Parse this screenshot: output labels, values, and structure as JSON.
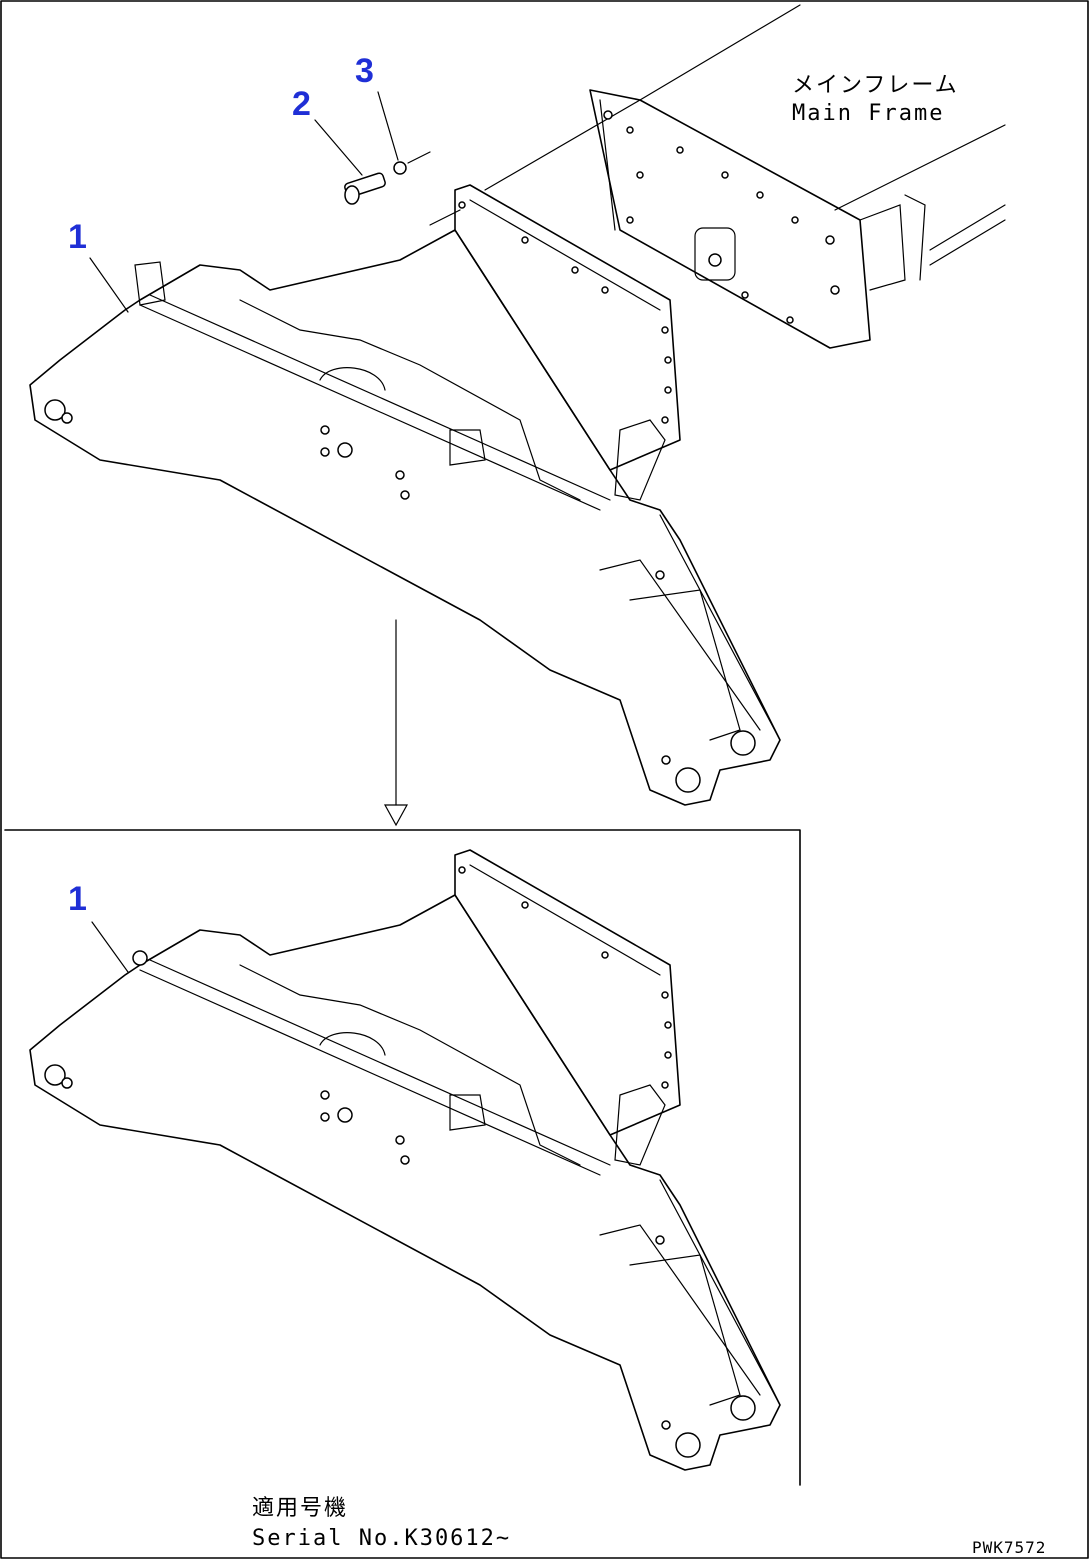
{
  "callouts": {
    "part1_top": "1",
    "part2": "2",
    "part3": "3",
    "part1_bottom": "1"
  },
  "labels": {
    "main_frame_jp": "メインフレーム",
    "main_frame_en": "Main Frame",
    "serial_jp": "適用号機",
    "serial_no": "Serial No.K30612~",
    "drawing_code": "PWK7572"
  },
  "colors": {
    "callout": "#1f2fd6",
    "line": "#000000",
    "background": "#ffffff"
  }
}
